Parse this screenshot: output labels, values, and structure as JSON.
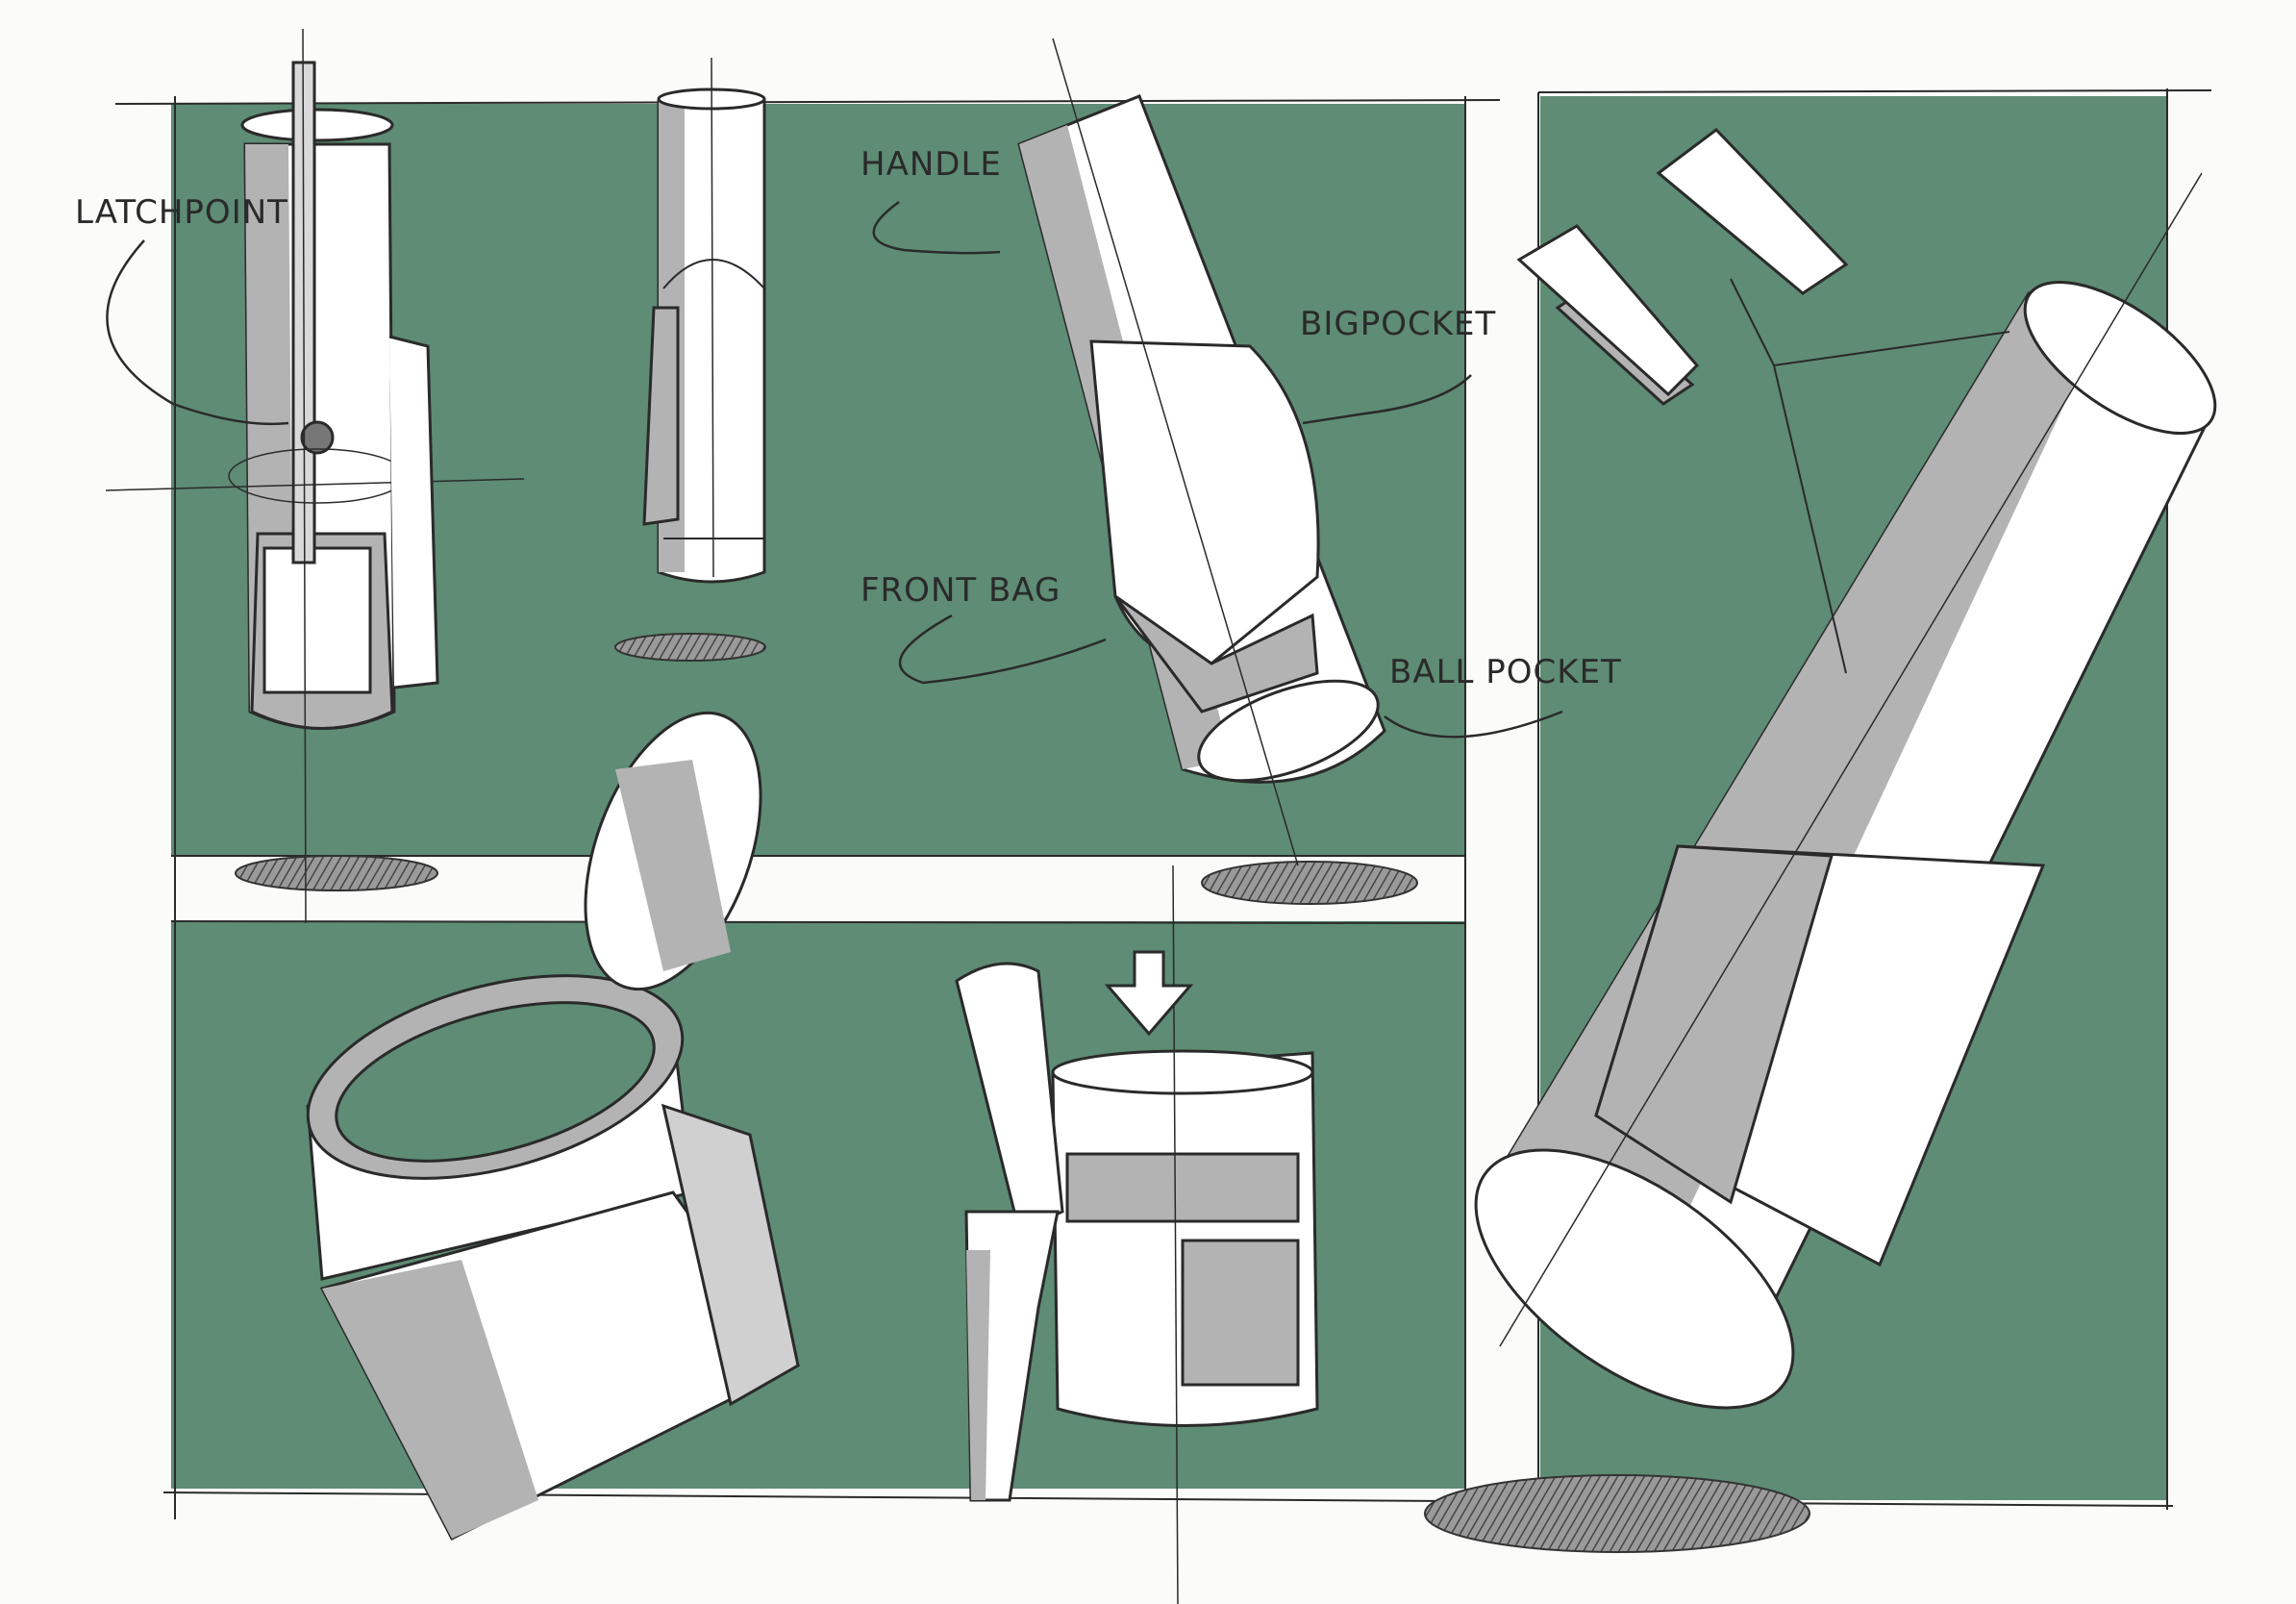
{
  "labels": {
    "latch_point": "LATCHPOINT",
    "handle": "HANDLE",
    "big_pocket": "BIGPOCKET",
    "front_bag": "FRONT BAG",
    "ball_pocket": "BALL POCKET"
  },
  "colors": {
    "panel_green": "#5e8c74",
    "bag_white": "#ffffff",
    "bag_shade": "#b3b3b3",
    "ink": "#2a2a2a",
    "paper": "#fbfbfa"
  },
  "icons": {
    "down_arrow": "down-arrow-icon"
  }
}
